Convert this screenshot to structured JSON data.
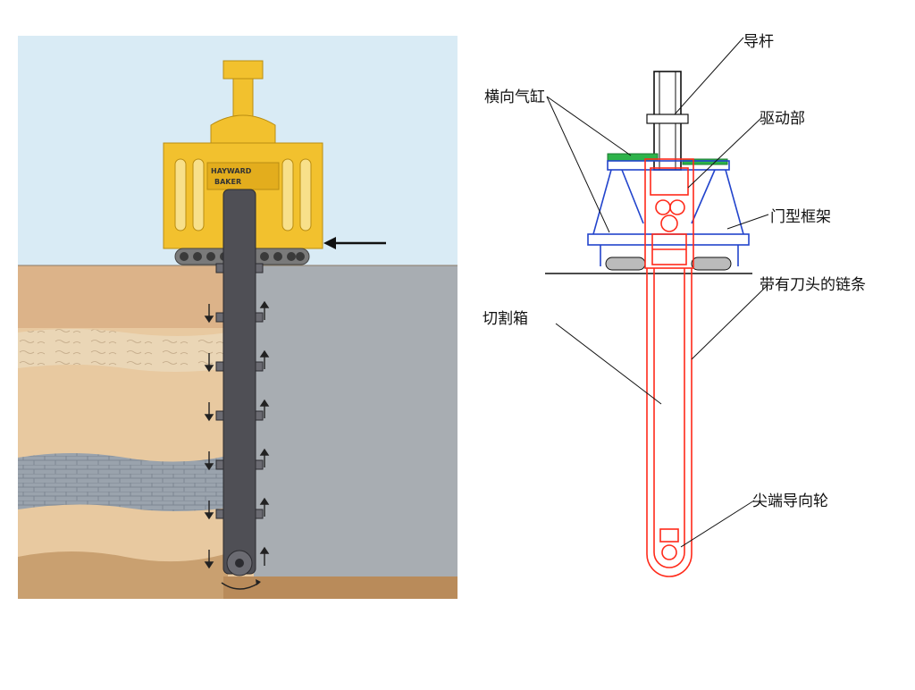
{
  "left_figure": {
    "machine_brand_line1": "HAYWARD",
    "machine_brand_line2": "BAKER"
  },
  "right_figure": {
    "labels": {
      "guide_rod": "导杆",
      "lateral_cylinder": "横向气缸",
      "drive_unit": "驱动部",
      "portal_frame": "门型框架",
      "chain_with_cutters": "带有刀头的链条",
      "cutting_box": "切割箱",
      "tip_guide_wheel": "尖端导向轮"
    }
  },
  "colors": {
    "sky": "#d9ebf5",
    "soil": "#e8c9a0",
    "soil_dark": "#c9a070",
    "machine": "#f2c12e",
    "post": "#4f4f55",
    "trench_fill": "#a8adb2",
    "diagram_red": "#ff2a1a",
    "diagram_blue": "#2244cc",
    "diagram_green": "#2db34a"
  }
}
